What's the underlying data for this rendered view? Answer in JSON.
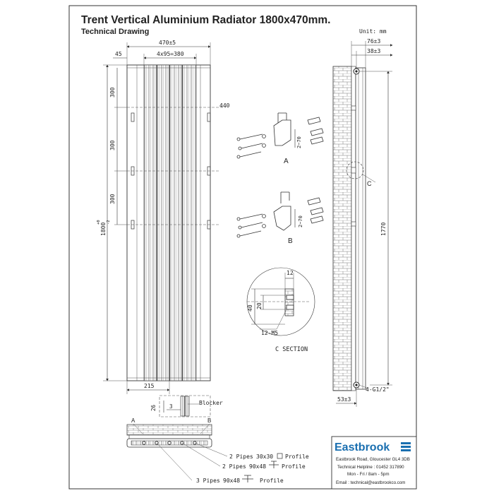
{
  "title": "Trent Vertical Aluminium Radiator 1800x470mm.",
  "subtitle": "Technical Drawing",
  "unit": "Unit: mm",
  "front_view": {
    "width_dim": "470±5",
    "pitch_dim": "4x95=380",
    "edge_dim": "45",
    "bracket_spacing_1": "300",
    "bracket_spacing_2": "300",
    "bracket_spacing_3": "300",
    "height_dim": "1800",
    "height_tol_upper": "+0",
    "height_tol_lower": "-2",
    "bracket_height_dim": "440",
    "bottom_dim": "215"
  },
  "brackets": {
    "label_a": "A",
    "label_b": "B",
    "slot_dim_a": "2~70",
    "slot_dim_b": "2~70"
  },
  "side_view": {
    "depth_dim": "76±3",
    "wall_gap_dim": "38±3",
    "centre_dim": "1770",
    "section_marker": "C",
    "bottom_offset_dim": "53±3",
    "connection_label": "4-G1/2\""
  },
  "c_section": {
    "top_dim": "12",
    "height_dim_outer": "40",
    "height_dim_inner": "20",
    "thread_label": "12-M5",
    "title": "C SECTION"
  },
  "profile_detail": {
    "dim_26": "26",
    "dim_3": "3",
    "blocker_label": "Blocker"
  },
  "plan_view": {
    "label_a": "A",
    "label_b": "B",
    "legend": [
      {
        "count": "2 Pipes",
        "size": "30x30",
        "suffix": "Profile"
      },
      {
        "count": "2 Pipes",
        "size": "90x48",
        "suffix": "Profile"
      },
      {
        "count": "3 Pipes",
        "size": "90x48",
        "suffix": "Profile"
      }
    ]
  },
  "company": {
    "name": "Eastbrook",
    "address": "Eastbrook Road, Gloucester GL4 3DB",
    "helpline": "Technical Helpline : 01452 317890",
    "hours": "Mon - Fri / 8am - 5pm",
    "email": "Email : technical@eastbrookco.com"
  },
  "colors": {
    "line": "#333333",
    "brand": "#1a6fb0",
    "brick": "#888888"
  }
}
